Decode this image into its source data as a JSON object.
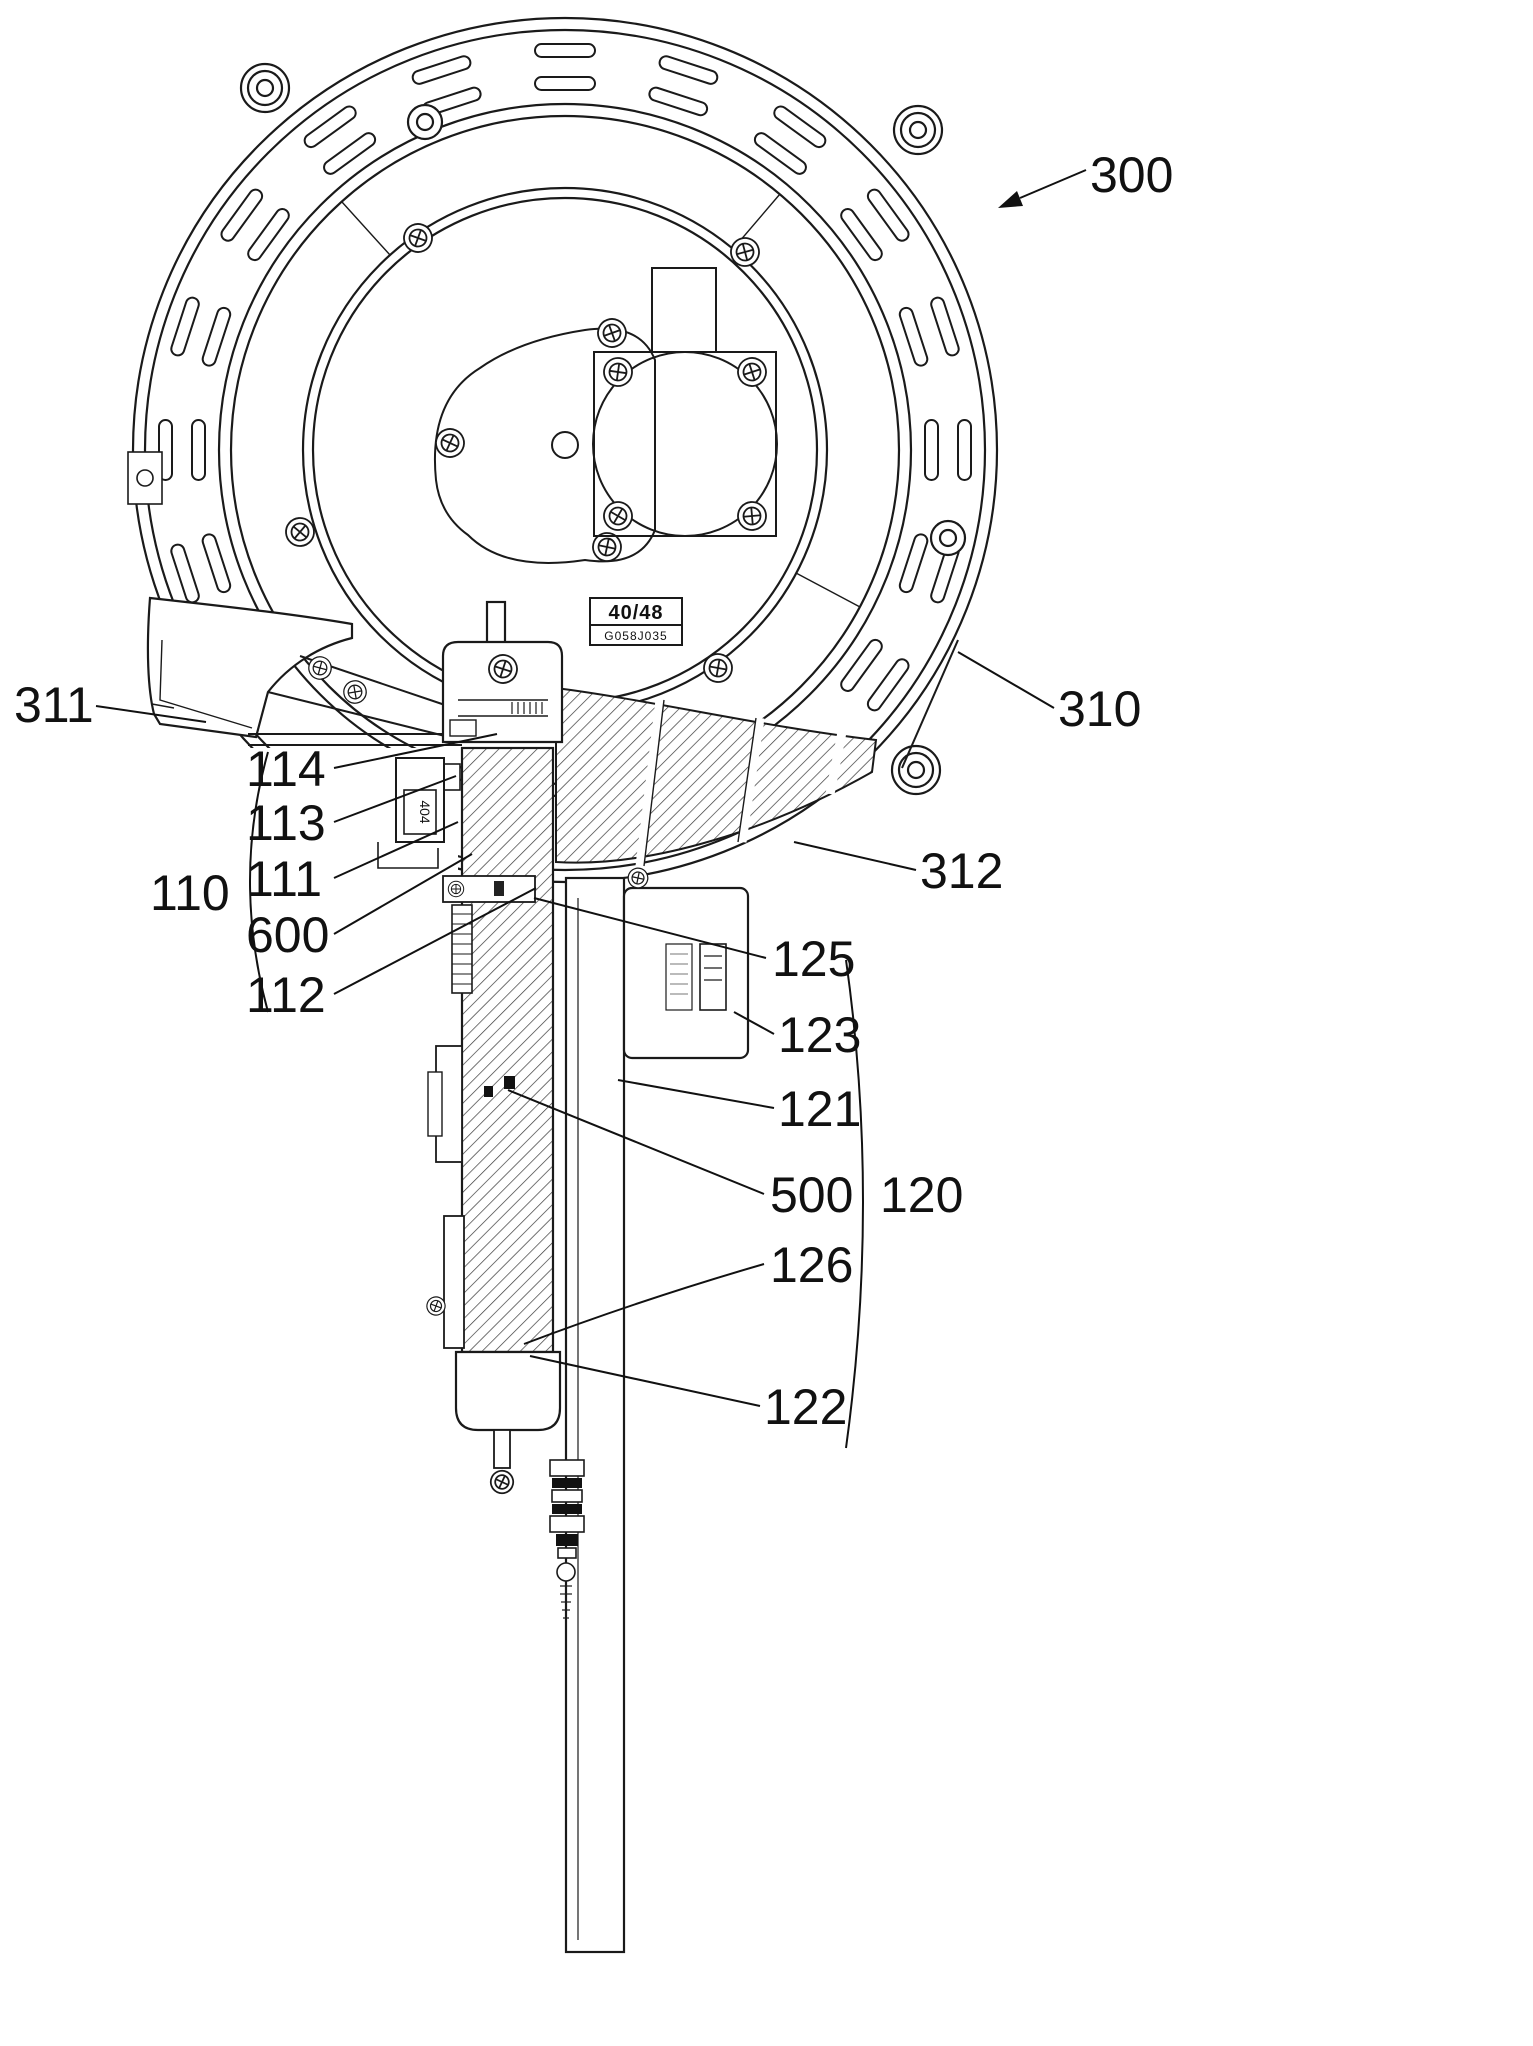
{
  "figure": {
    "labels": {
      "l300": "300",
      "l310": "310",
      "l311": "311",
      "l312": "312",
      "l110": "110",
      "l111": "111",
      "l112": "112",
      "l113": "113",
      "l114": "114",
      "l600": "600",
      "l500": "500",
      "l120": "120",
      "l121": "121",
      "l122": "122",
      "l123": "123",
      "l125": "125",
      "l126": "126"
    },
    "plate": {
      "line1": "40/48",
      "line2": "G058J035"
    },
    "connector_label": "404"
  }
}
